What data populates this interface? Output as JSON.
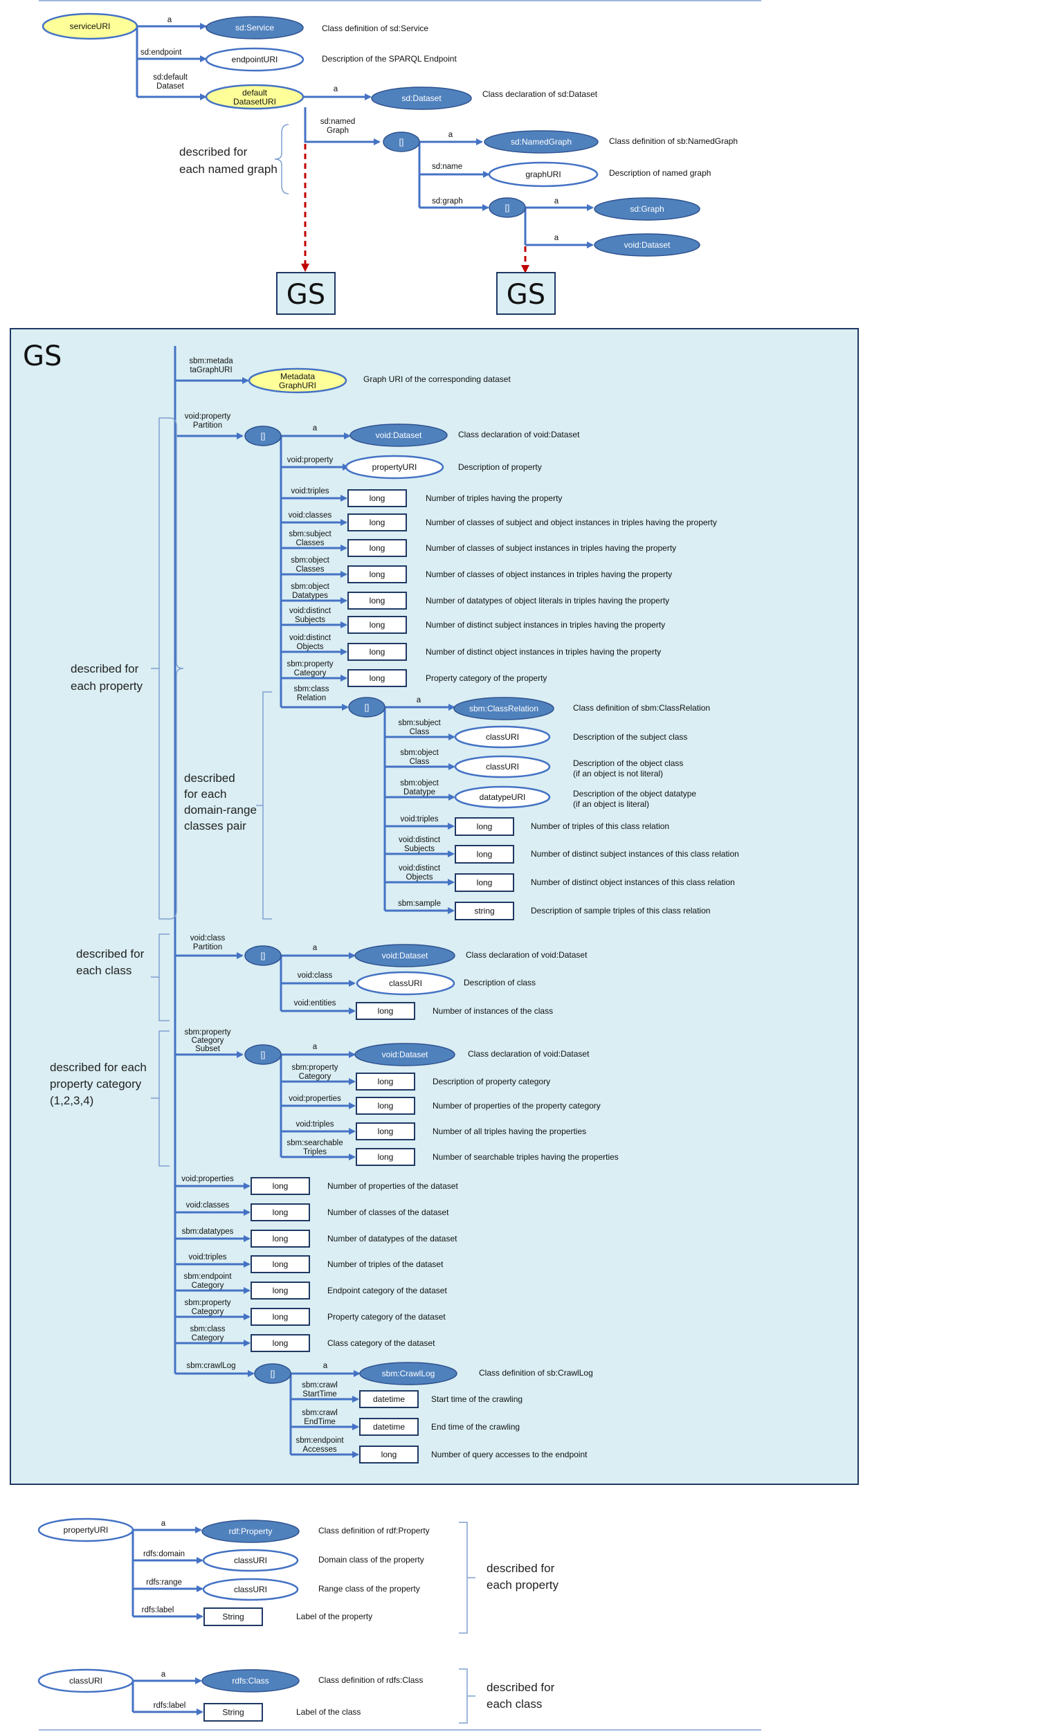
{
  "top": {
    "serviceURI": "serviceURI",
    "pred_a1": "a",
    "service": "sd:Service",
    "service_desc": "Class definition of sd:Service",
    "pred_endpoint": "sd:endpoint",
    "endpointURI": "endpointURI",
    "endpoint_desc": "Description of the SPARQL Endpoint",
    "pred_default_1": "sd:default",
    "pred_default_2": "Dataset",
    "default_1": "default",
    "default_2": "DatasetURI",
    "pred_a2": "a",
    "sd_dataset": "sd:Dataset",
    "sd_dataset_desc": "Class declaration of sd:Dataset",
    "pred_named_1": "sd:named",
    "pred_named_2": "Graph",
    "bnode": "[]",
    "pred_a3": "a",
    "named_graph": "sd:NamedGraph",
    "named_graph_desc": "Class definition of sb:NamedGraph",
    "pred_name": "sd:name",
    "graphURI": "graphURI",
    "graphURI_desc": "Description of named graph",
    "pred_graph": "sd:graph",
    "bnode2": "[]",
    "pred_a4": "a",
    "sd_graph": "sd:Graph",
    "pred_a5": "a",
    "void_dataset": "void:Dataset",
    "brace_1": "described for",
    "brace_2": "each named graph",
    "gs1": "GS",
    "gs2": "GS"
  },
  "gs": {
    "title": "GS",
    "meta_pred_1": "sbm:metada",
    "meta_pred_2": "taGraphURI",
    "meta_node_1": "Metadata",
    "meta_node_2": "GraphURI",
    "meta_desc": "Graph URI of the corresponding  dataset",
    "pp_pred_1": "void:property",
    "pp_pred_2": "Partition",
    "bnode": "[]",
    "pp_a": "a",
    "pp_class": "void:Dataset",
    "pp_class_desc": "Class declaration of void:Dataset",
    "pp_rows": [
      {
        "p1": "void:property",
        "p2": "",
        "node": "propertyURI",
        "desc": "Description of property"
      },
      {
        "p1": "void:triples",
        "p2": "",
        "node": "long",
        "desc": "Number of triples having the property"
      },
      {
        "p1": "void:classes",
        "p2": "",
        "node": "long",
        "desc": "Number of classes of subject and object instances in triples having the property"
      },
      {
        "p1": "sbm:subject",
        "p2": "Classes",
        "node": "long",
        "desc": "Number of classes of subject instances in triples having the property"
      },
      {
        "p1": "sbm:object",
        "p2": "Classes",
        "node": "long",
        "desc": "Number of classes of object instances in triples having the property"
      },
      {
        "p1": "sbm:object",
        "p2": "Datatypes",
        "node": "long",
        "desc": "Number of datatypes of object literals in triples having the property"
      },
      {
        "p1": "void:distinct",
        "p2": "Subjects",
        "node": "long",
        "desc": "Number of distinct subject instances in triples having the property"
      },
      {
        "p1": "void:distinct",
        "p2": "Objects",
        "node": "long",
        "desc": "Number of distinct object instances in triples having the property"
      },
      {
        "p1": "sbm:property",
        "p2": "Category",
        "node": "long",
        "desc": "Property category of the property"
      }
    ],
    "cr_pred_1": "sbm:class",
    "cr_pred_2": "Relation",
    "cr_a": "a",
    "cr_class": "sbm:ClassRelation",
    "cr_class_desc": "Class definition of sbm:ClassRelation",
    "cr_rows": [
      {
        "p1": "sbm:subject",
        "p2": "Class",
        "node": "classURI",
        "d1": "Description of the subject class",
        "d2": ""
      },
      {
        "p1": "sbm:object",
        "p2": "Class",
        "node": "classURI",
        "d1": "Description of the object class",
        "d2": "(if an object is not literal)"
      },
      {
        "p1": "sbm:object",
        "p2": "Datatype",
        "node": "datatypeURI",
        "d1": "Description of the object datatype",
        "d2": "(if an object is literal)"
      },
      {
        "p1": "void:triples",
        "p2": "",
        "node": "long",
        "d1": "Number of triples of this class relation",
        "d2": ""
      },
      {
        "p1": "void:distinct",
        "p2": "Subjects",
        "node": "long",
        "d1": "Number of distinct subject instances of this class relation",
        "d2": ""
      },
      {
        "p1": "void:distinct",
        "p2": "Objects",
        "node": "long",
        "d1": "Number of distinct object instances of this class relation",
        "d2": ""
      },
      {
        "p1": "sbm:sample",
        "p2": "",
        "node": "string",
        "d1": "Description of sample triples of this class relation",
        "d2": ""
      }
    ],
    "cp_pred_1": "void:class",
    "cp_pred_2": "Partition",
    "cp_a": "a",
    "cp_class": "void:Dataset",
    "cp_class_desc": "Class declaration of void:Dataset",
    "cp_rows": [
      {
        "p1": "void:class",
        "p2": "",
        "node": "classURI",
        "desc": "Description of class"
      },
      {
        "p1": "void:entities",
        "p2": "",
        "node": "long",
        "desc": "Number of instances of the class"
      }
    ],
    "pc_pred_1": "sbm:property",
    "pc_pred_2": "Category",
    "pc_pred_3": "Subset",
    "pc_a": "a",
    "pc_class": "void:Dataset",
    "pc_class_desc": "Class declaration of void:Dataset",
    "pc_rows": [
      {
        "p1": "sbm:property",
        "p2": "Category",
        "node": "long",
        "desc": "Description of property category"
      },
      {
        "p1": "void:properties",
        "p2": "",
        "node": "long",
        "desc": "Number of properties of the property category"
      },
      {
        "p1": "void:triples",
        "p2": "",
        "node": "long",
        "desc": "Number of all triples having the properties"
      },
      {
        "p1": "sbm:searchable",
        "p2": "Triples",
        "node": "long",
        "desc": "Number of searchable triples having the properties"
      }
    ],
    "ds_rows": [
      {
        "p1": "void:properties",
        "p2": "",
        "node": "long",
        "desc": "Number of properties of the dataset"
      },
      {
        "p1": "void:classes",
        "p2": "",
        "node": "long",
        "desc": "Number of classes of the dataset"
      },
      {
        "p1": "sbm:datatypes",
        "p2": "",
        "node": "long",
        "desc": "Number of datatypes of the dataset"
      },
      {
        "p1": "void:triples",
        "p2": "",
        "node": "long",
        "desc": "Number of triples of the dataset"
      },
      {
        "p1": "sbm:endpoint",
        "p2": "Category",
        "node": "long",
        "desc": "Endpoint category of the dataset"
      },
      {
        "p1": "sbm:property",
        "p2": "Category",
        "node": "long",
        "desc": "Property category of the dataset"
      },
      {
        "p1": "sbm:class",
        "p2": "Category",
        "node": "long",
        "desc": "Class category of the dataset"
      }
    ],
    "cl_pred": "sbm:crawlLog",
    "cl_a": "a",
    "cl_class": "sbm:CrawlLog",
    "cl_class_desc": "Class definition of sb:CrawlLog",
    "cl_rows": [
      {
        "p1": "sbm:crawl",
        "p2": "StartTime",
        "node": "datetime",
        "desc": "Start time of the crawling"
      },
      {
        "p1": "sbm:crawl",
        "p2": "EndTime",
        "node": "datetime",
        "desc": "End time of the crawling"
      },
      {
        "p1": "sbm:endpoint",
        "p2": "Accesses",
        "node": "long",
        "desc": "Number of query accesses to the endpoint"
      }
    ],
    "brace_prop_1": "described for",
    "brace_prop_2": "each property",
    "brace_dr_1": "described",
    "brace_dr_2": "for each",
    "brace_dr_3": "domain-range",
    "brace_dr_4": "classes pair",
    "brace_class_1": "described for",
    "brace_class_2": "each class",
    "brace_pc_1": "described for each",
    "brace_pc_2": "property category",
    "brace_pc_3": "(1,2,3,4)"
  },
  "bottom": {
    "propertyURI": "propertyURI",
    "p_a": "a",
    "rdf_property": "rdf:Property",
    "rdf_property_desc": "Class definition of rdf:Property",
    "p_domain": "rdfs:domain",
    "domain_node": "classURI",
    "domain_desc": "Domain class of the property",
    "p_range": "rdfs:range",
    "range_node": "classURI",
    "range_desc": "Range class of the property",
    "p_label": "rdfs:label",
    "label_node": "String",
    "label_desc": "Label of the property",
    "brace_p_1": "described for",
    "brace_p_2": "each property",
    "classURI": "classURI",
    "c_a": "a",
    "rdfs_class": "rdfs:Class",
    "rdfs_class_desc": "Class definition of rdfs:Class",
    "c_label": "rdfs:label",
    "c_label_node": "String",
    "c_label_desc": "Label of the class",
    "brace_c_1": "described for",
    "brace_c_2": "each class"
  }
}
